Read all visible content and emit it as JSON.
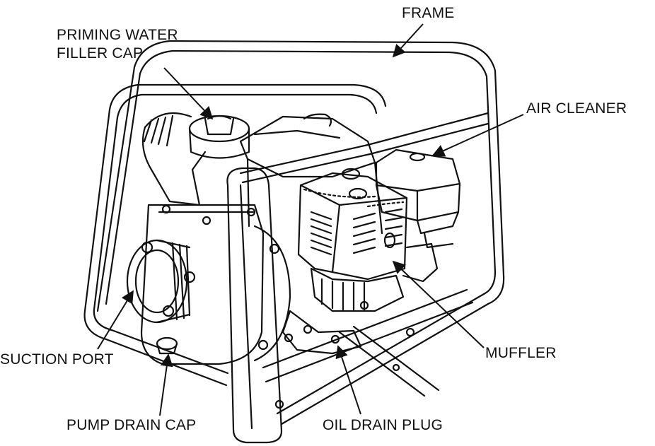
{
  "labels": {
    "priming_line1": "PRIMING WATER",
    "priming_line2": "FILLER CAP",
    "frame": "FRAME",
    "air_cleaner": "AIR CLEANER",
    "suction_port": "SUCTION PORT",
    "muffler": "MUFFLER",
    "pump_drain_cap": "PUMP DRAIN CAP",
    "oil_drain_plug": "OIL DRAIN PLUG"
  },
  "colors": {
    "ink": "#111111",
    "background": "#ffffff"
  }
}
